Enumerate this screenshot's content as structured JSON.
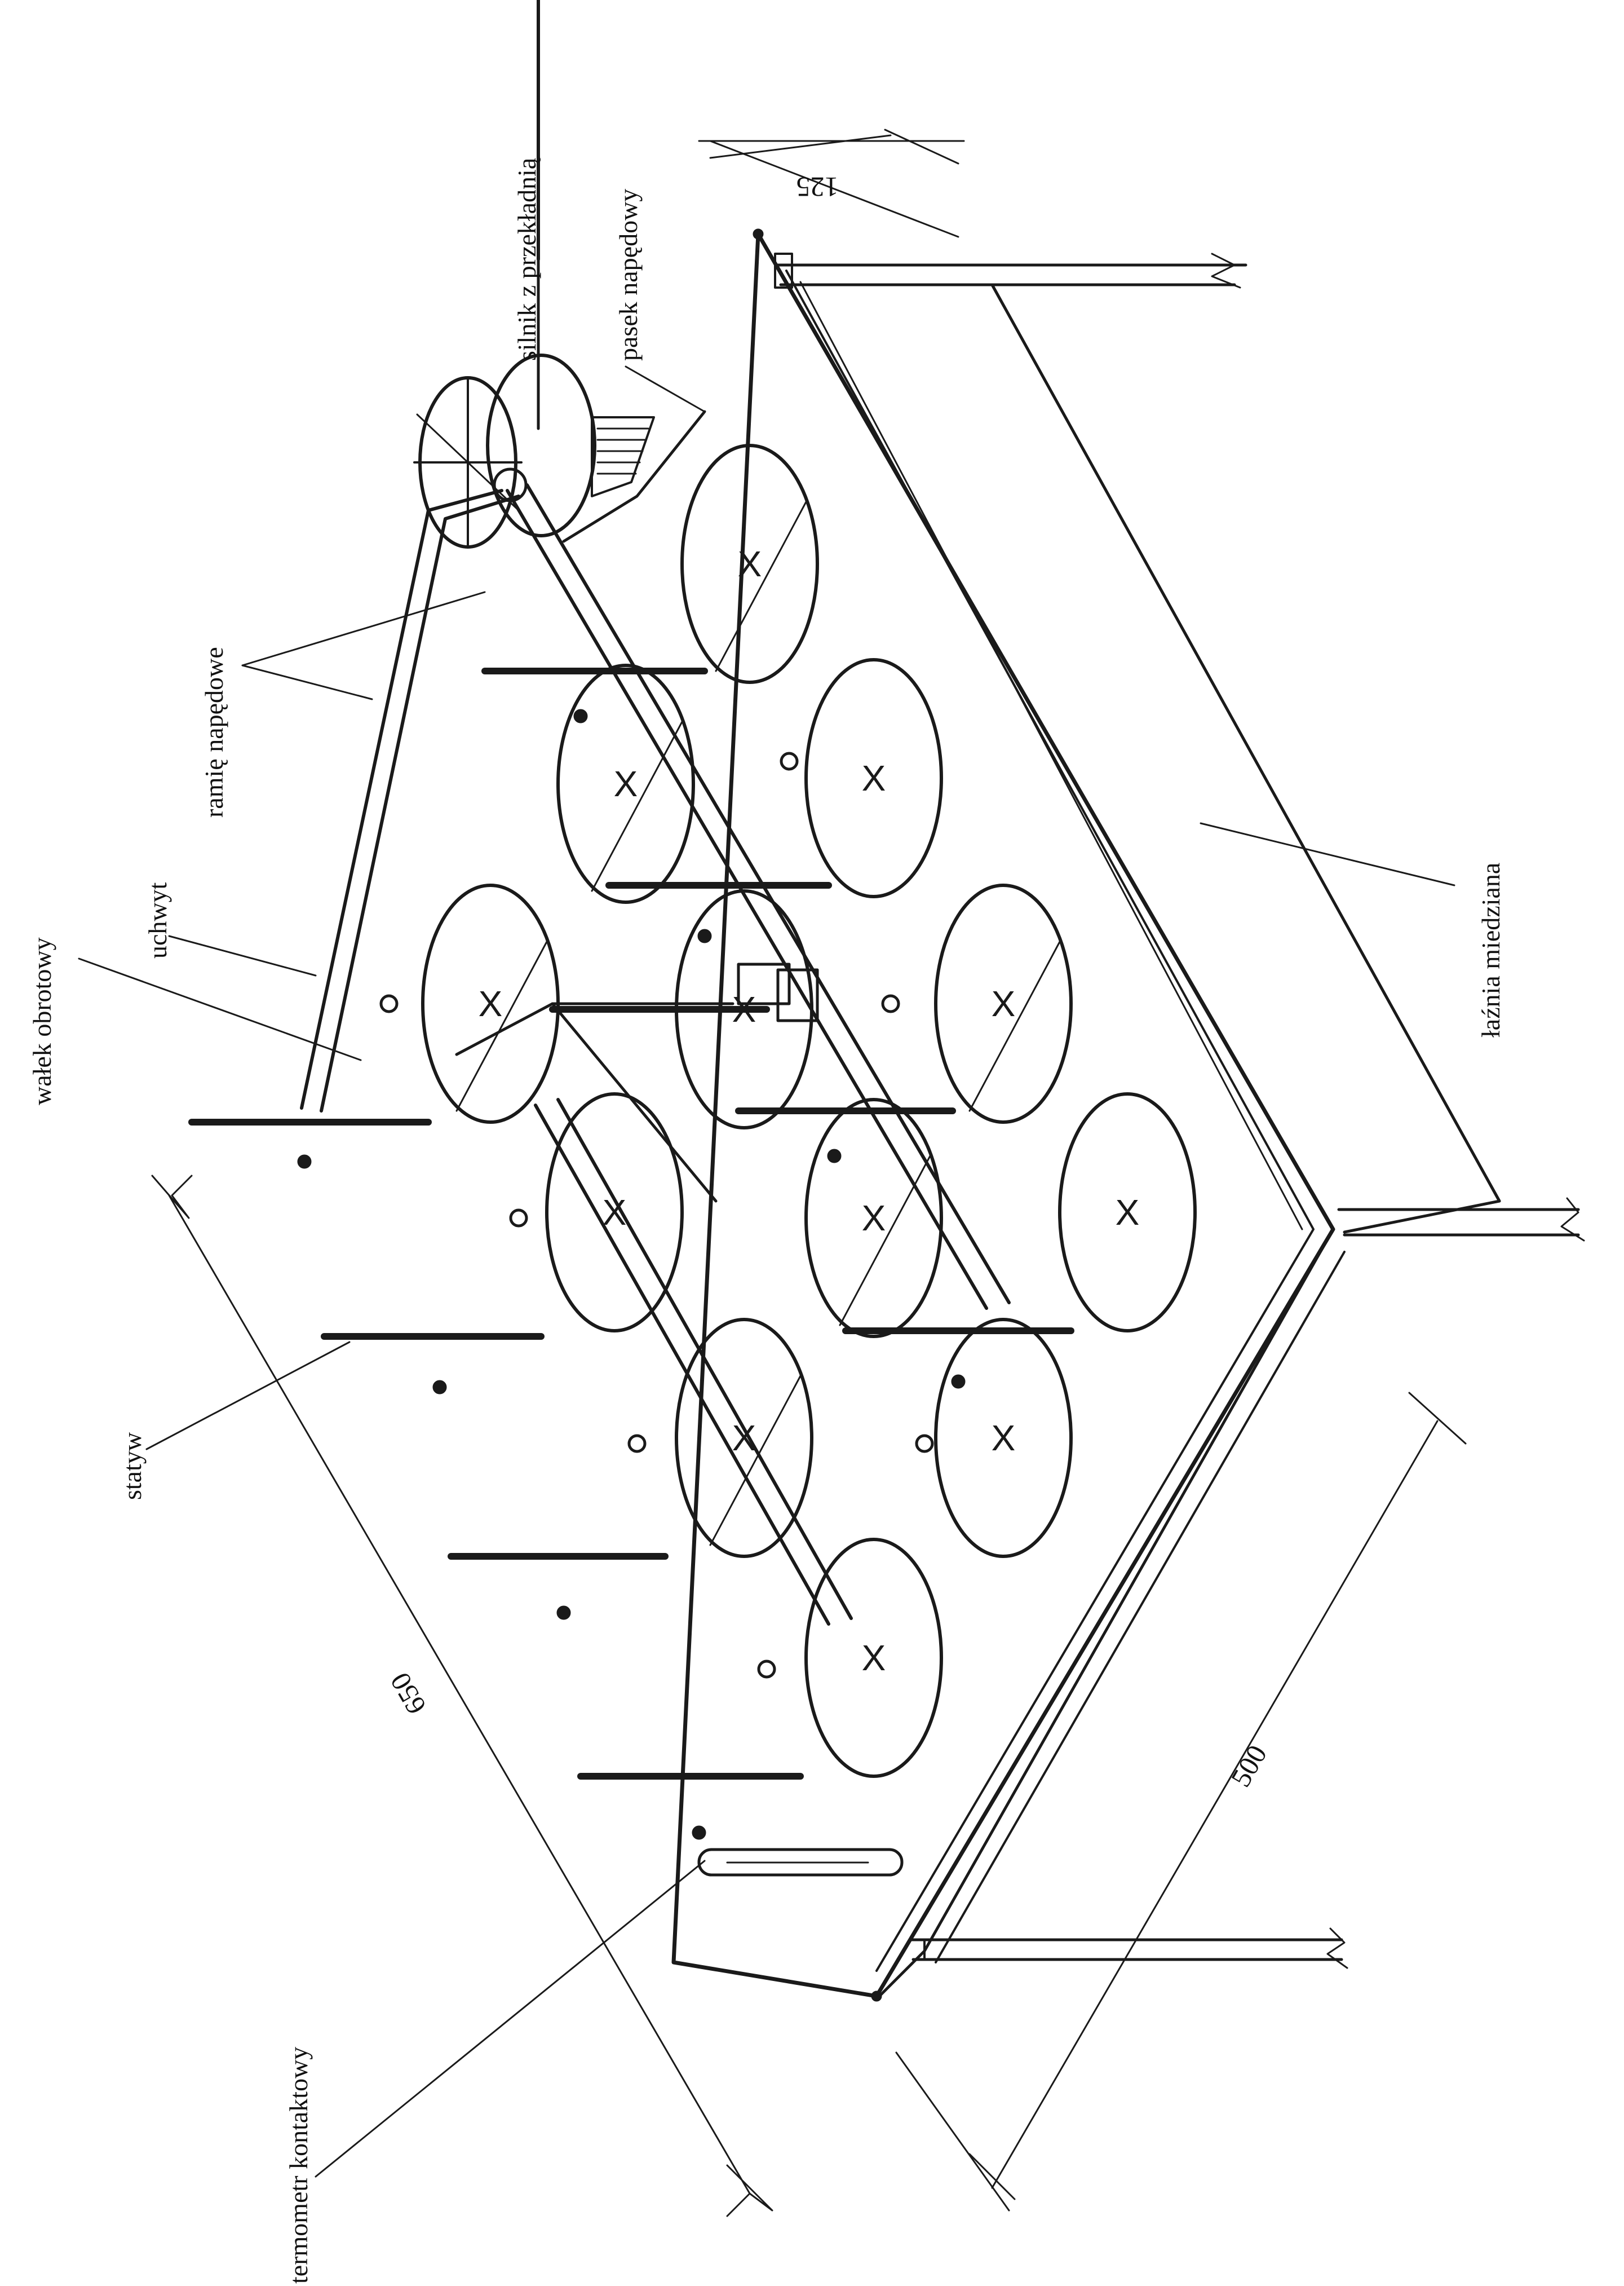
{
  "labels": {
    "silnik": "silnik z przekładnią",
    "pasek": "pasek napędowy",
    "ramie": "ramię napędowe",
    "uchwyt": "uchwyt",
    "walek": "wałek obrotowy",
    "statyw": "statyw",
    "termometr": "termometr kontaktowy",
    "laznia": "łaźnia miedziana"
  },
  "dimensions": {
    "d125": "125",
    "d650": "650",
    "d500": "500"
  },
  "vessel_mark": "X"
}
